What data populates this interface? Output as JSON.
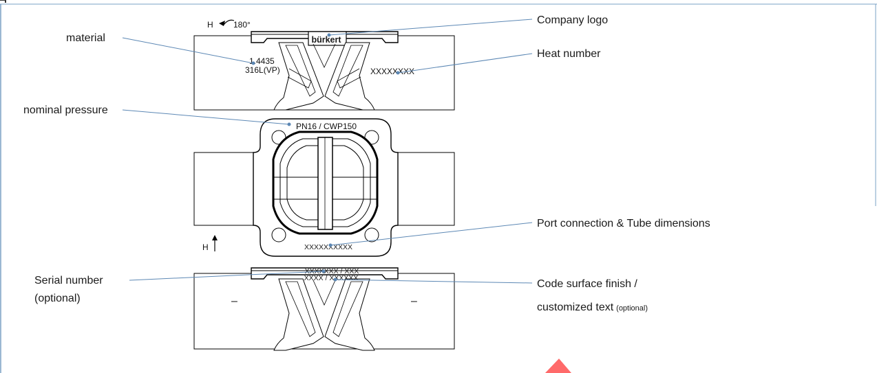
{
  "labels": {
    "material": "material",
    "nominal_pressure": "nominal pressure",
    "serial_line1": "Serial number",
    "serial_line2": "(optional)",
    "company_logo": "Company logo",
    "heat_number": "Heat number",
    "port_connection": "Port connection & Tube dimensions",
    "code_line1": "Code surface finish /",
    "code_line2_main": "customized text",
    "code_line2_opt": "(optional)"
  },
  "markings": {
    "rotation_h": "H",
    "rotation_angle": "180°",
    "material_code": "1.4435",
    "material_grade": "316L(VP)",
    "heat_code": "XXXXXXXX",
    "brand": "bürkert",
    "pressure": "PN16 / CWP150",
    "port_code": "XXXXXXXXXX",
    "bottom_h": "H",
    "serial_code": "XXXXXXX / XXX",
    "finish_code": "XXXX / XXXXXX",
    "dash_left": "–",
    "dash_right": "–"
  },
  "colors": {
    "leader": "#5b87b4",
    "frame": "#7aa0c4",
    "accent": "#ff4d4d"
  }
}
